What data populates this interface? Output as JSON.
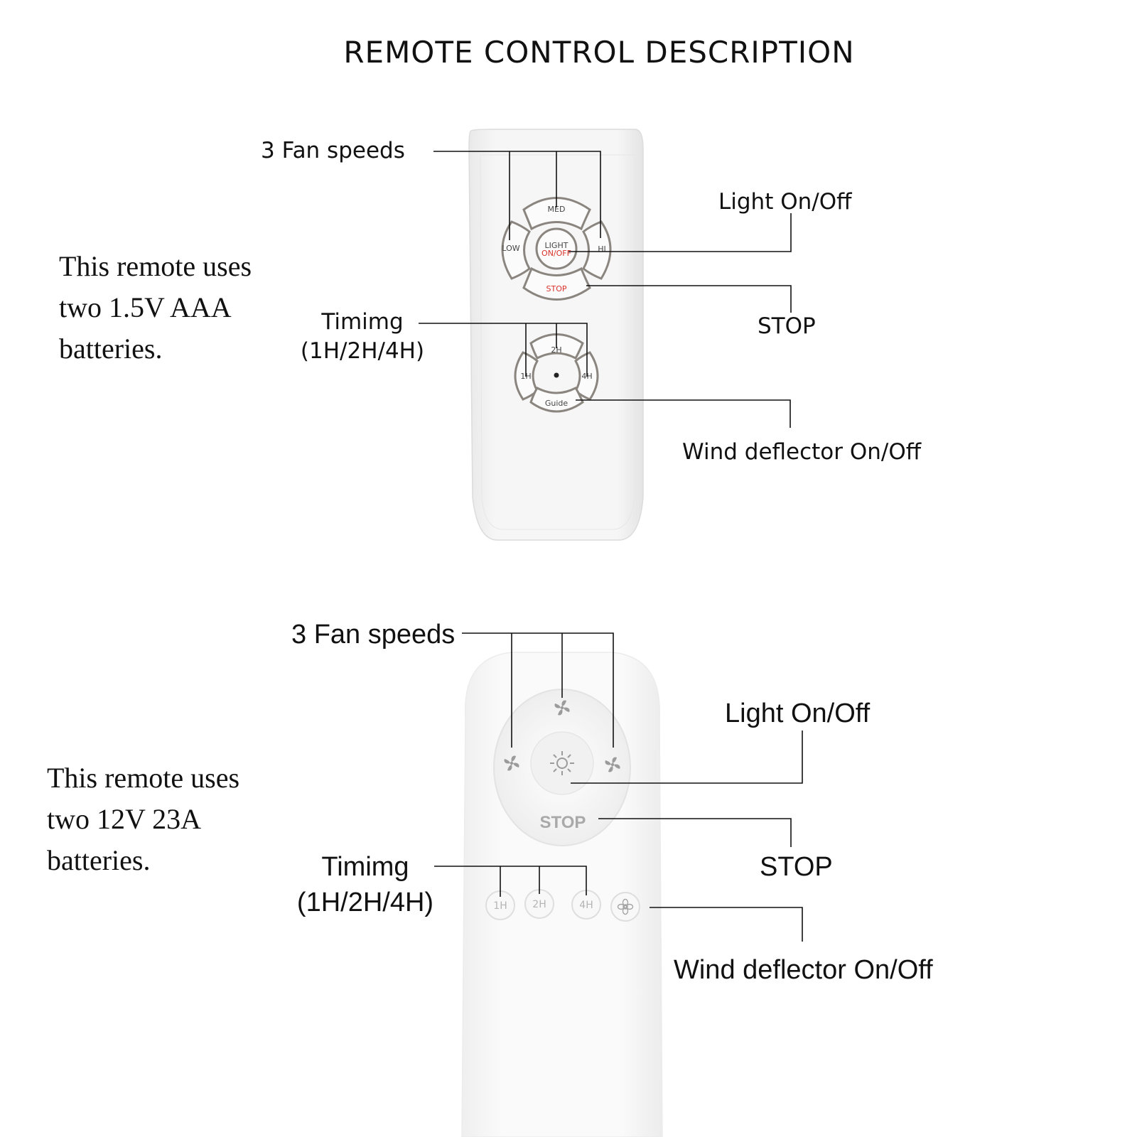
{
  "title": "REMOTE CONTROL DESCRIPTION",
  "remote1": {
    "buttons": {
      "med": "MED",
      "low": "LOW",
      "hi": "HI",
      "light_line1": "LIGHT",
      "light_line2": "ON/OFF",
      "stop": "STOP",
      "t2h": "2H",
      "t1h": "1H",
      "t4h": "4H",
      "guide": "Guide"
    },
    "callouts": {
      "fan_speeds": "3 Fan speeds",
      "light": "Light On/Off",
      "stop": "STOP",
      "timing_line1": "Timimg",
      "timing_line2": "(1H/2H/4H)",
      "wind": "Wind deflector On/Off"
    },
    "battery_note": [
      "This remote uses",
      "two 1.5V AAA",
      "batteries."
    ]
  },
  "remote2": {
    "buttons": {
      "stop": "STOP",
      "t1h": "1H",
      "t2h": "2H",
      "t4h": "4H"
    },
    "icons": [
      "fan-icon",
      "light-icon",
      "wind-deflector-icon"
    ],
    "callouts": {
      "fan_speeds": "3 Fan speeds",
      "light": "Light On/Off",
      "stop": "STOP",
      "timing_line1": "Timimg",
      "timing_line2": "(1H/2H/4H)",
      "wind": "Wind deflector On/Off"
    },
    "battery_note": [
      "This remote uses",
      "two 12V 23A",
      "batteries."
    ]
  },
  "colors": {
    "remote_body": "#f3f3f3",
    "button_outline": "#8a857f",
    "stop_red": "#d9322b"
  }
}
